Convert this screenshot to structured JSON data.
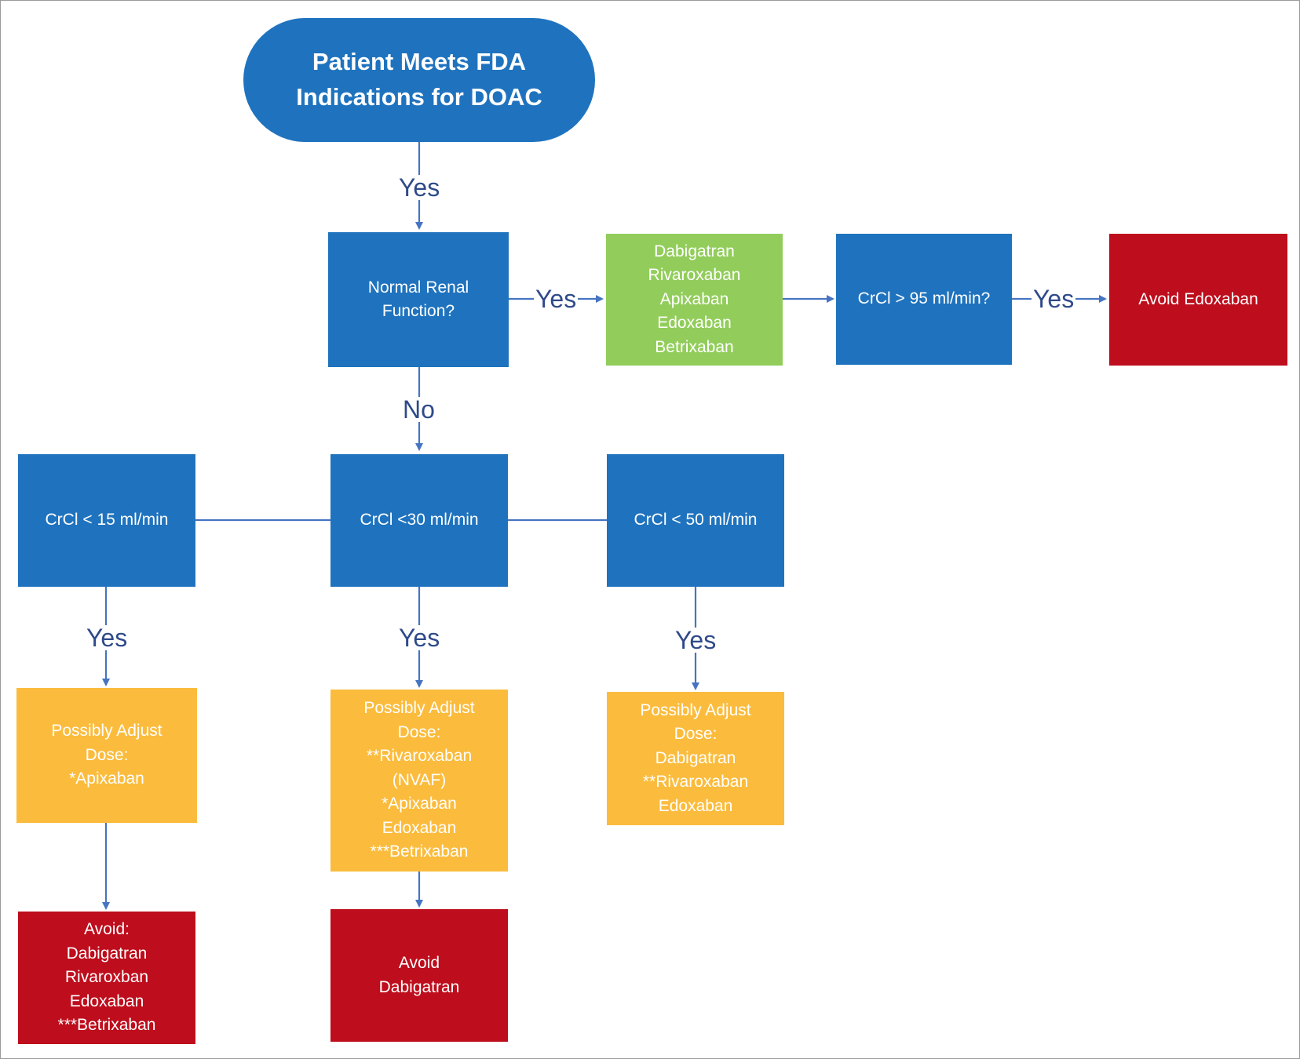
{
  "colors": {
    "decision": "#1f73be",
    "green": "#92cd5b",
    "orange": "#fbbc3d",
    "red": "#be0d1c",
    "connector": "#4674c1",
    "label": "#2f4a8a"
  },
  "nodes": {
    "start": {
      "lines": [
        "Patient Meets FDA",
        "Indications for DOAC"
      ]
    },
    "normal_renal": {
      "lines": [
        "Normal Renal",
        "Function?"
      ]
    },
    "all_doacs": {
      "lines": [
        "Dabigatran",
        "Rivaroxaban",
        "Apixaban",
        "Edoxaban",
        "Betrixaban"
      ]
    },
    "crcl_95": {
      "lines": [
        "CrCl > 95 ml/min?"
      ]
    },
    "avoid_edoxaban": {
      "lines": [
        "Avoid Edoxaban"
      ]
    },
    "crcl_15": {
      "lines": [
        "CrCl < 15 ml/min"
      ]
    },
    "crcl_30": {
      "lines": [
        "CrCl <30 ml/min"
      ]
    },
    "crcl_50": {
      "lines": [
        "CrCl < 50 ml/min"
      ]
    },
    "adjust_15": {
      "lines": [
        "Possibly Adjust",
        "Dose:",
        "*Apixaban"
      ]
    },
    "adjust_30": {
      "lines": [
        "Possibly Adjust",
        "Dose:",
        "**Rivaroxaban",
        "(NVAF)",
        "*Apixaban",
        "Edoxaban",
        "***Betrixaban"
      ]
    },
    "adjust_50": {
      "lines": [
        "Possibly Adjust",
        "Dose:",
        "Dabigatran",
        "**Rivaroxaban",
        "Edoxaban"
      ]
    },
    "avoid_15": {
      "lines": [
        "Avoid:",
        "Dabigatran",
        "Rivaroxban",
        "Edoxaban",
        "***Betrixaban"
      ]
    },
    "avoid_30": {
      "lines": [
        "Avoid",
        "Dabigatran"
      ]
    }
  },
  "edge_labels": {
    "start_yes": "Yes",
    "renal_yes": "Yes",
    "renal_no": "No",
    "crcl95_yes": "Yes",
    "crcl15_yes": "Yes",
    "crcl30_yes": "Yes",
    "crcl50_yes": "Yes"
  }
}
